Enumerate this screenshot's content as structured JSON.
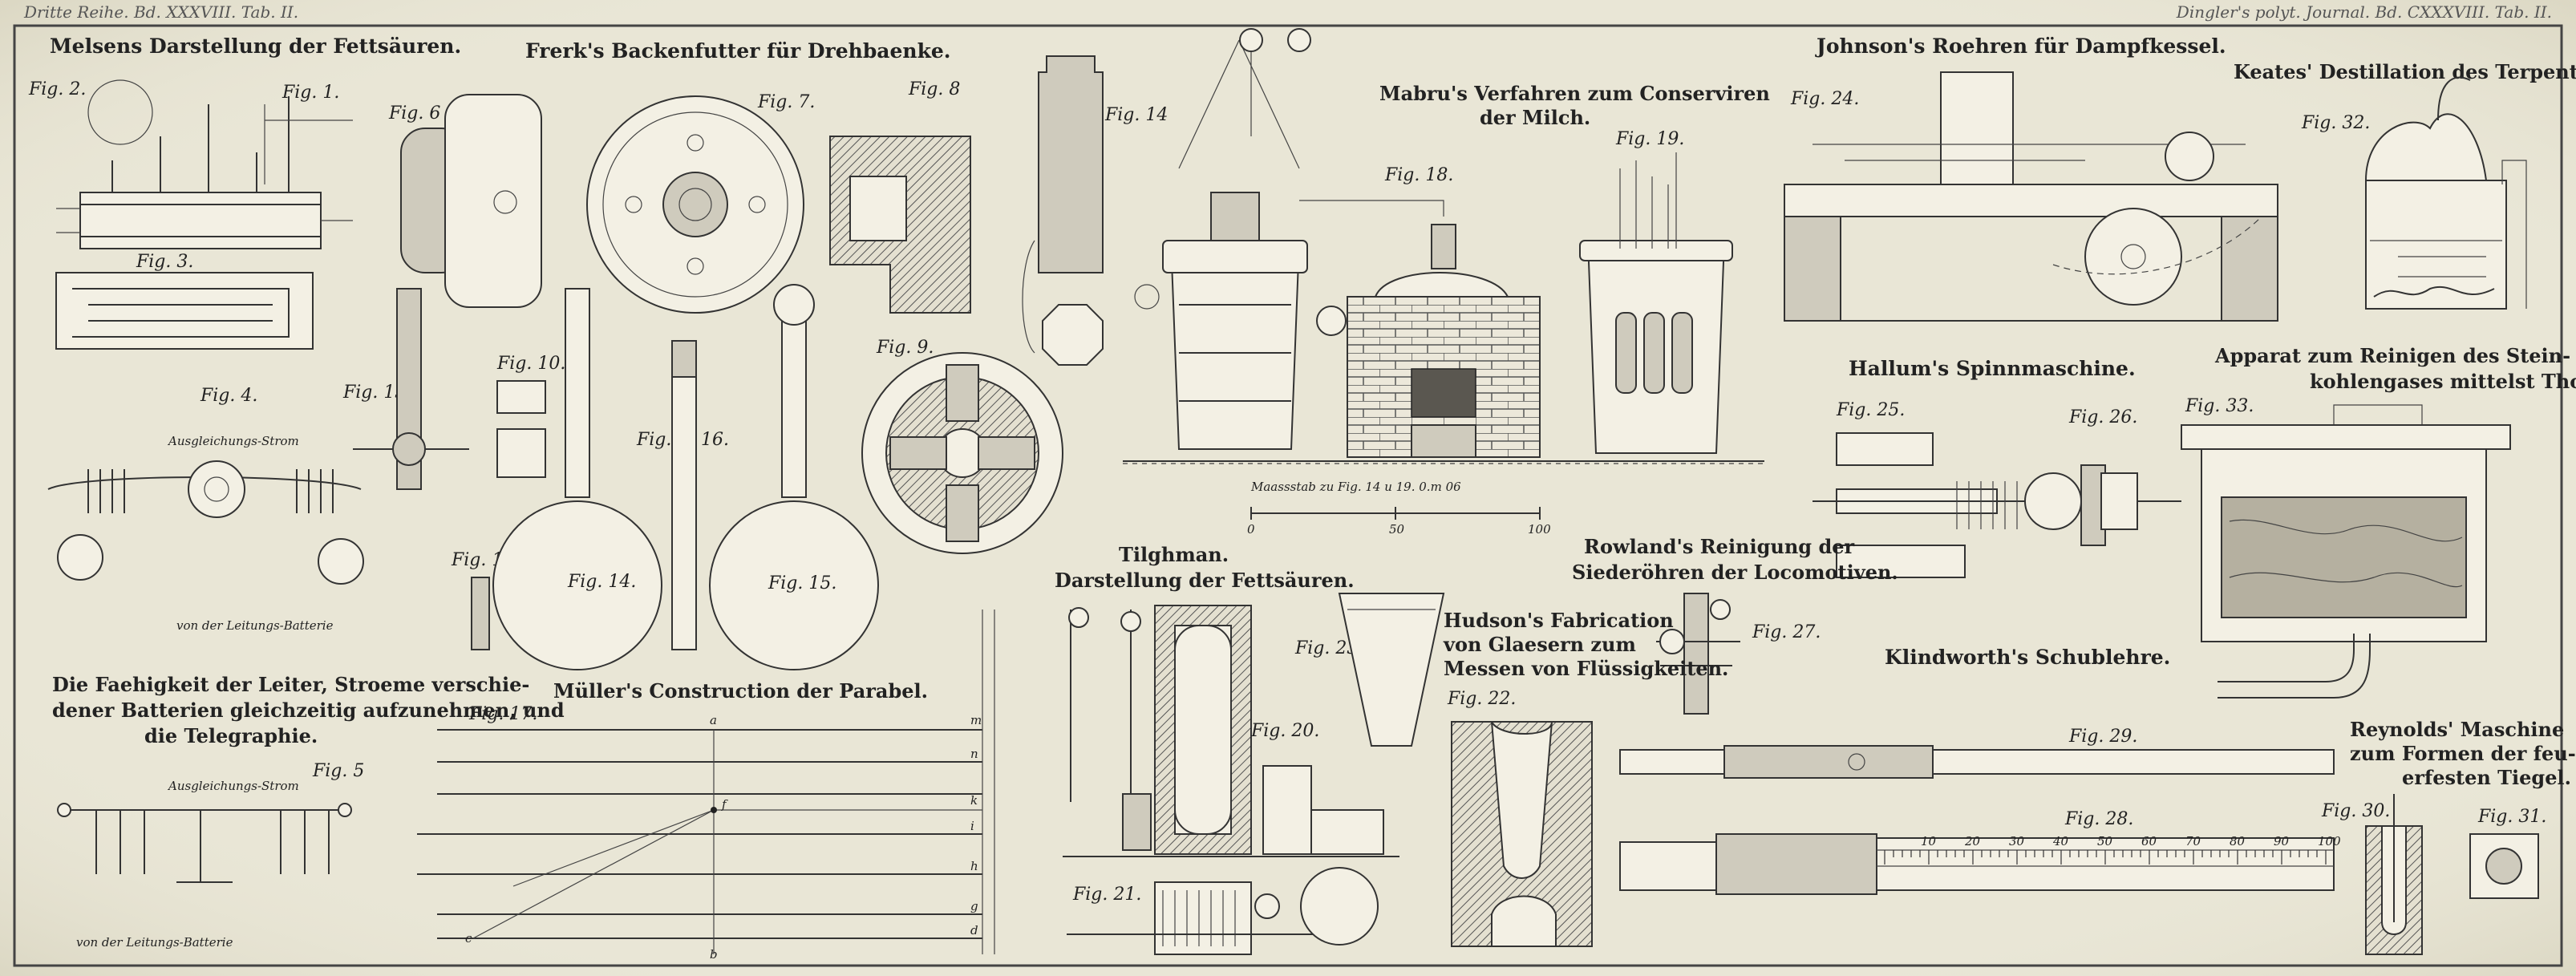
{
  "header": {
    "left": "Dritte Reihe. Bd. XXXVIII. Tab. II.",
    "right": "Dingler's polyt. Journal. Bd. CXXXVIII. Tab. II."
  },
  "titles": {
    "melsens": "Melsens Darstellung der Fettsäuren.",
    "frerk": "Frerk's Backenfutter für Drehbaenke.",
    "mabru1": "Mabru's Verfahren zum Conserviren",
    "mabru2": "der Milch.",
    "johnson": "Johnson's Roehren für Dampfkessel.",
    "keates": "Keates' Destillation des Terpenthins.",
    "hallum": "Hallum's Spinnmaschine.",
    "apparat1": "Apparat zum Reinigen des Stein-",
    "apparat2": "kohlengases mittelst Thon.",
    "rowland1": "Rowland's Reinigung der",
    "rowland2": "Siederöhren der Locomotiven.",
    "klindworth": "Klindworth's Schublehre.",
    "tilghman1": "Tilghman.",
    "tilghman2": "Darstellung der Fettsäuren.",
    "hudson1": "Hudson's Fabrication",
    "hudson2": "von Glaesern zum",
    "hudson3": "Messen von Flüssigkeiten.",
    "fahigkeit1": "Die Faehigkeit der Leiter, Stroeme verschie-",
    "fahigkeit2": "dener Batterien gleichzeitig aufzunehmen, und",
    "fahigkeit3": "die Telegraphie.",
    "muller": "Müller's Construction der Parabel.",
    "reynolds1": "Reynolds' Maschine",
    "reynolds2": "zum Formen der feu-",
    "reynolds3": "erfesten Tiegel."
  },
  "figs": {
    "f1": "Fig. 1.",
    "f2": "Fig. 2.",
    "f3": "Fig. 3.",
    "f4": "Fig. 4.",
    "f5": "Fig. 5",
    "f6": "Fig. 6",
    "f7": "Fig. 7.",
    "f8": "Fig. 8",
    "f9": "Fig. 9.",
    "f10": "Fig. 10.",
    "f11": "Fig. 11",
    "f13": "Fig. 13.",
    "f14a": "Fig. 14",
    "f14b": "Fig. 14.",
    "f15": "Fig. 15.",
    "f16a": "Fig.",
    "f16b": "16.",
    "f17": "Fig. 17.",
    "f18": "Fig. 18.",
    "f19": "Fig. 19.",
    "f20": "Fig. 20.",
    "f21": "Fig. 21.",
    "f22": "Fig. 22.",
    "f23": "Fig. 23.",
    "f24": "Fig. 24.",
    "f25": "Fig. 25.",
    "f26": "Fig. 26.",
    "f27": "Fig. 27.",
    "f28": "Fig. 28.",
    "f29": "Fig. 29.",
    "f30": "Fig. 30.",
    "f31": "Fig. 31.",
    "f32": "Fig. 32.",
    "f33": "Fig. 33."
  },
  "scale": {
    "label": "Maassstab zu Fig. 14 u 19.   0.m 06",
    "ticks": [
      "0",
      "50",
      "100"
    ]
  },
  "annotations": {
    "ausgleichungs": "Ausgleichungs-Strom",
    "leitungs_batterie": "von der Leitungs-Batterie",
    "ausgleichungs2": "Ausgleichungs-Strom",
    "leitungs_batterie2": "von der Leitungs-Batterie"
  },
  "rule_ticks": [
    "10",
    "20",
    "30",
    "40",
    "50",
    "60",
    "70",
    "80",
    "90",
    "100"
  ],
  "parabola_letters": [
    "a",
    "m",
    "n",
    "k",
    "i",
    "h",
    "g",
    "d",
    "b",
    "f",
    "c"
  ]
}
